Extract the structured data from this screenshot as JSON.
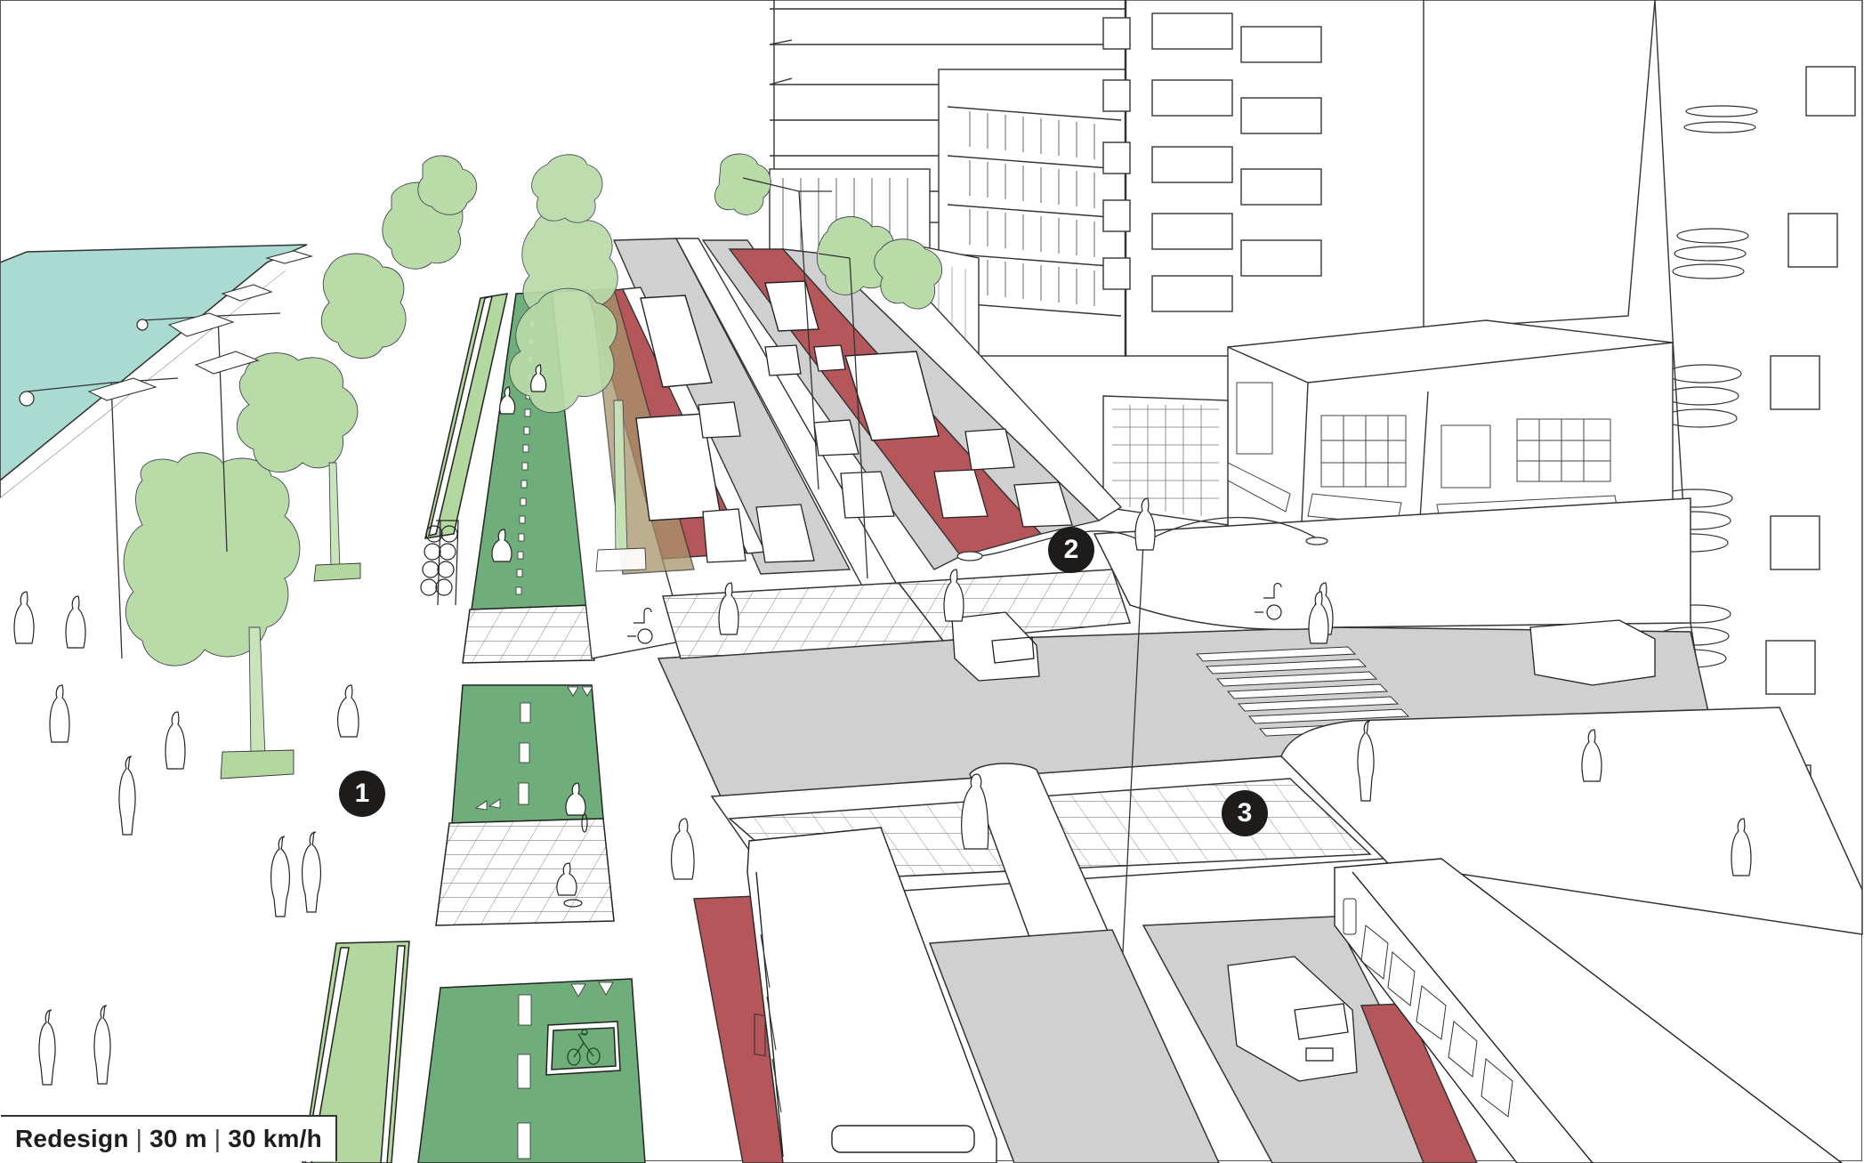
{
  "diagram": {
    "title": "Street redesign isometric illustration",
    "caption": {
      "scenario": "Redesign",
      "width": "30 m",
      "speed": "30 km/h",
      "separator": "|"
    },
    "callouts": [
      {
        "number": "1",
        "label_hint": "waterfront promenade with trees"
      },
      {
        "number": "2",
        "label_hint": "dedicated bus lanes"
      },
      {
        "number": "3",
        "label_hint": "raised pedestrian crossing"
      }
    ],
    "zones": [
      "waterfront",
      "promenade",
      "planted buffer",
      "two-way cycle track",
      "tree median",
      "bus lane",
      "general traffic lanes",
      "central median",
      "intersection crosswalk",
      "raised tabled crossing",
      "buildings"
    ],
    "colors": {
      "water": "#a9dbd2",
      "tree_canopy": "#b8dba8",
      "planter_green": "#b2d79f",
      "cycle_track": "#6fad7b",
      "bus_lane": "#b5565a",
      "road_grey": "#d0d0d0",
      "outline": "#222222",
      "callout_bg": "#1e1b1b",
      "callout_text": "#ffffff"
    }
  }
}
